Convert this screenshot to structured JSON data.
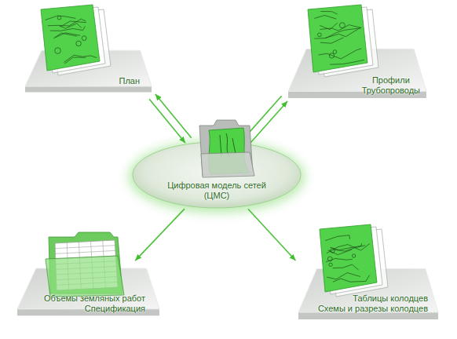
{
  "diagram": {
    "nodes": [
      {
        "text": [
          "План"
        ]
      },
      {
        "text": [
          "Профили Трубопроводы"
        ]
      },
      {
        "text": [
          "Цифровая модель сетей (ЦМС)"
        ]
      },
      {
        "text": [
          "Объемы земляных работ Спецификация"
        ]
      },
      {
        "text": [
          "Таблицы колодцев Схемы и разрезы колодцев"
        ]
      }
    ],
    "edges": [
      {
        "from": 0,
        "to": 2,
        "arrow": "to"
      },
      {
        "from": 2,
        "to": 0,
        "arrow": "to"
      },
      {
        "from": 1,
        "to": 2,
        "arrow": "to"
      },
      {
        "from": 2,
        "to": 1,
        "arrow": "to"
      },
      {
        "from": 2,
        "to": 3,
        "arrow": "to"
      },
      {
        "from": 2,
        "to": 4,
        "arrow": "to"
      }
    ]
  }
}
